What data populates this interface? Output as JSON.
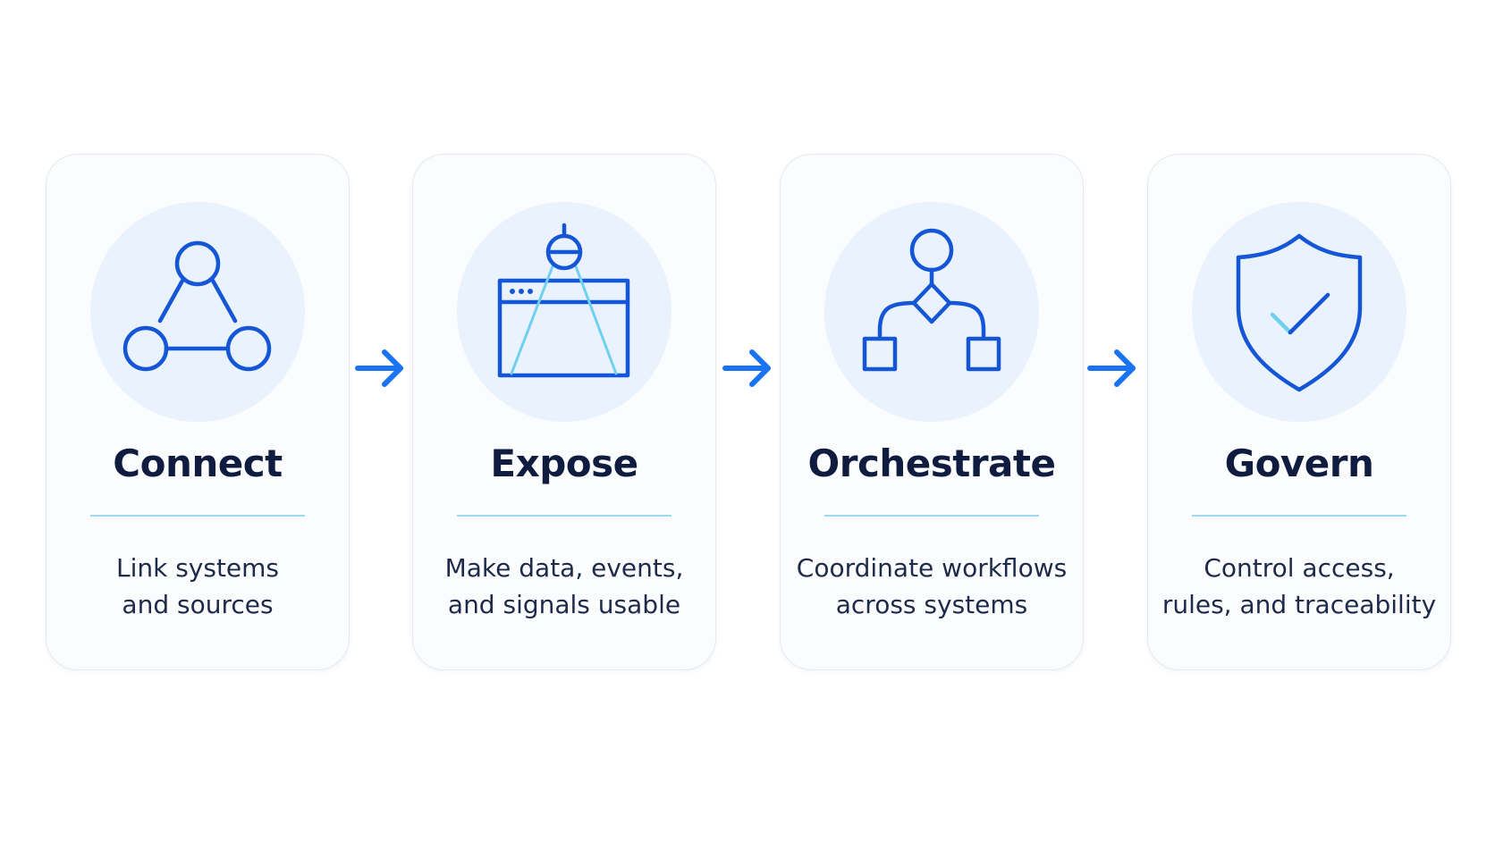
{
  "colors": {
    "icon_primary": "#1456d6",
    "icon_accent": "#6fd0ef",
    "arrow": "#1a73f0",
    "title": "#0f1c3f",
    "description": "#1e2a4a",
    "divider": "#9ddaf2",
    "icon_background": "#e9f2fd"
  },
  "steps": [
    {
      "icon": "network-triangle-icon",
      "title": "Connect",
      "description_lines": [
        "Link systems",
        "and sources"
      ]
    },
    {
      "icon": "window-spotlight-icon",
      "title": "Expose",
      "description_lines": [
        "Make data, events,",
        "and signals usable"
      ]
    },
    {
      "icon": "workflow-branch-icon",
      "title": "Orchestrate",
      "description_lines": [
        "Coordinate workflows",
        "across systems"
      ]
    },
    {
      "icon": "shield-check-icon",
      "title": "Govern",
      "description_lines": [
        "Control access,",
        "rules, and traceability"
      ]
    }
  ],
  "connectors": [
    {
      "icon": "arrow-right-icon"
    },
    {
      "icon": "arrow-right-icon"
    },
    {
      "icon": "arrow-right-icon"
    }
  ]
}
